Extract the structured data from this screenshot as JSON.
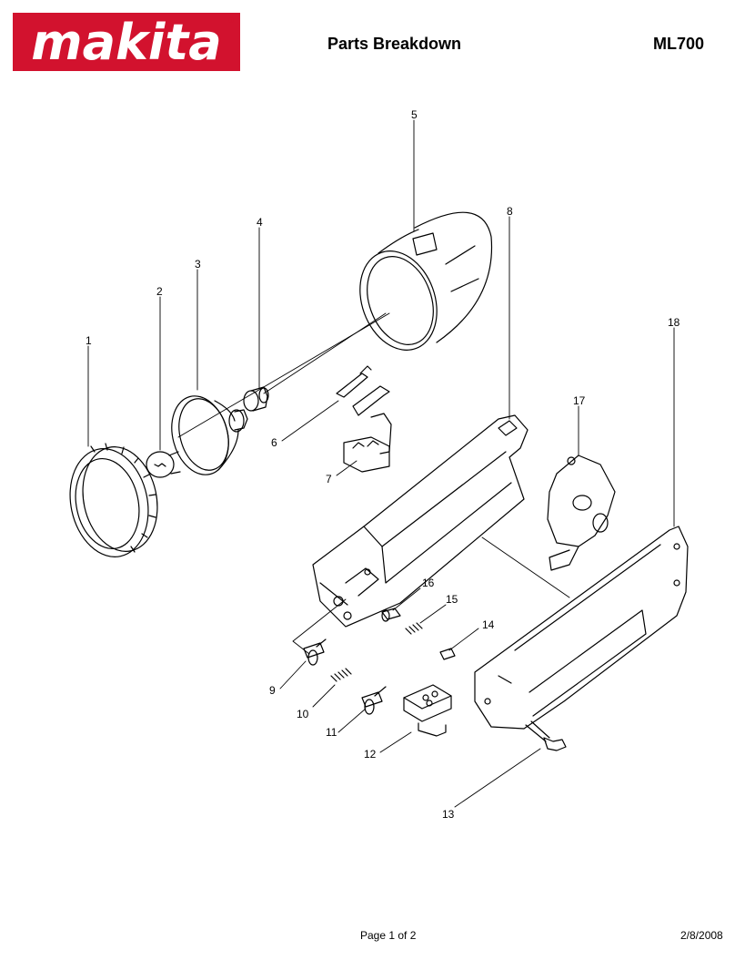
{
  "header": {
    "brand": "makita",
    "trademark": "®",
    "title": "Parts Breakdown",
    "model": "ML700"
  },
  "footer": {
    "page": "Page 1 of 2",
    "date": "2/8/2008"
  },
  "colors": {
    "brand_red": "#d2122e",
    "line": "#000000"
  },
  "parts": [
    {
      "number": "1"
    },
    {
      "number": "2"
    },
    {
      "number": "3"
    },
    {
      "number": "4"
    },
    {
      "number": "5"
    },
    {
      "number": "6"
    },
    {
      "number": "7"
    },
    {
      "number": "8"
    },
    {
      "number": "9"
    },
    {
      "number": "10"
    },
    {
      "number": "11"
    },
    {
      "number": "12"
    },
    {
      "number": "13"
    },
    {
      "number": "14"
    },
    {
      "number": "15"
    },
    {
      "number": "16"
    },
    {
      "number": "17"
    },
    {
      "number": "18"
    }
  ]
}
